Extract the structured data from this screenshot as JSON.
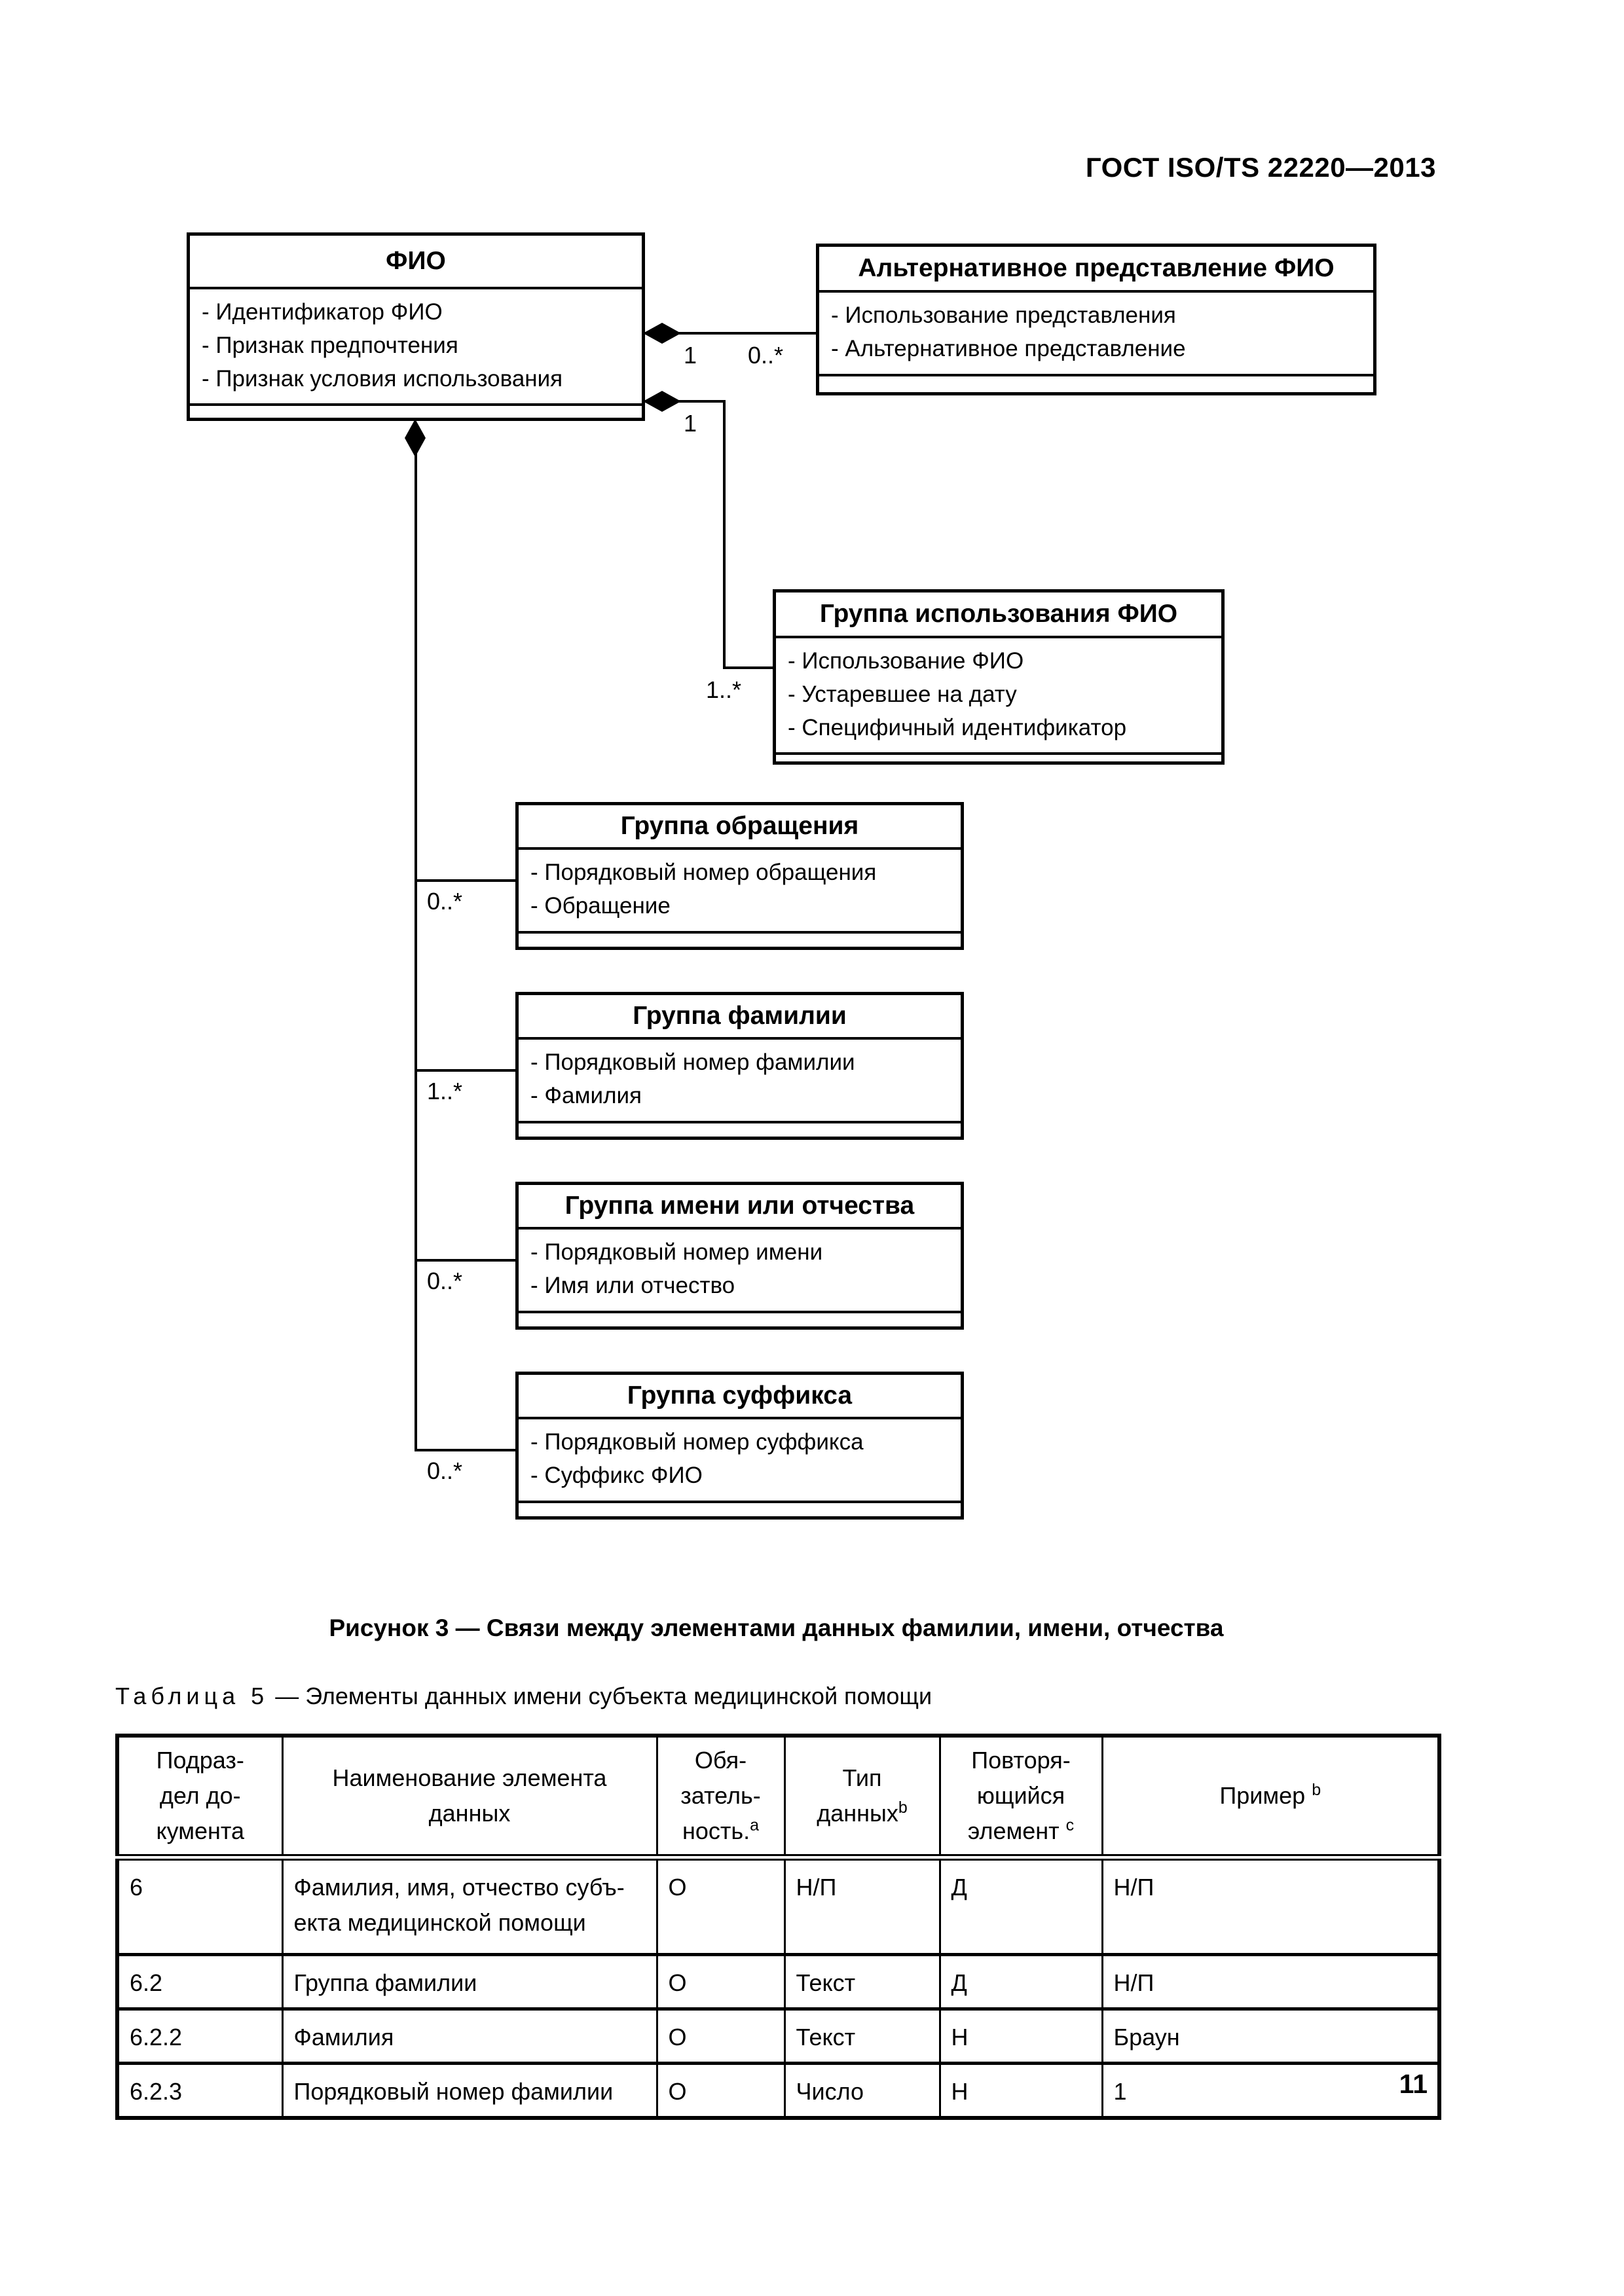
{
  "page": {
    "header": "ГОСТ ISO/TS 22220—2013",
    "figure_caption": "Рисунок 3 — Связи между элементами данных фамилии, имени, отчества",
    "table_title_label": "Таблица 5",
    "table_title_rest": " — Элементы данных имени субъекта медицинской помощи",
    "page_number": "11"
  },
  "diagram": {
    "classes": {
      "fio": {
        "title": "ФИО",
        "attributes": [
          "- Идентификатор ФИО",
          "- Признак предпочтения",
          "- Признак условия использования"
        ]
      },
      "alt": {
        "title": "Альтернативное представление ФИО",
        "attributes": [
          "- Использование представления",
          "- Альтернативное представление"
        ]
      },
      "usage": {
        "title": "Группа использования ФИО",
        "attributes": [
          "- Использование ФИО",
          "- Устаревшее на дату",
          "- Специфичный идентификатор"
        ]
      },
      "salutation": {
        "title": "Группа обращения",
        "attributes": [
          "- Порядковый номер обращения",
          "- Обращение"
        ]
      },
      "family": {
        "title": "Группа фамилии",
        "attributes": [
          "- Порядковый номер фамилии",
          "- Фамилия"
        ]
      },
      "given": {
        "title": "Группа имени или отчества",
        "attributes": [
          "- Порядковый номер имени",
          "- Имя или отчество"
        ]
      },
      "suffix": {
        "title": "Группа суффикса",
        "attributes": [
          "- Порядковый номер суффикса",
          "- Суффикс ФИО"
        ]
      }
    },
    "multiplicities": {
      "alt_near": "1",
      "alt_far": "0..*",
      "usage_near": "1",
      "usage_far": "1..*",
      "salutation": "0..*",
      "family": "1..*",
      "given": "0..*",
      "suffix": "0..*"
    }
  },
  "table": {
    "headers": [
      {
        "text": "Подраз-\nдел до-\nкумента",
        "sup": ""
      },
      {
        "text": "Наименование элемента\nданных",
        "sup": ""
      },
      {
        "text": "Обя-\nзатель-\nность.",
        "sup": "a"
      },
      {
        "text": "Тип\nданных",
        "sup": "b"
      },
      {
        "text": "Повторя-\nющийся\nэлемент ",
        "sup": "c"
      },
      {
        "text": "Пример ",
        "sup": "b"
      }
    ],
    "rows": [
      [
        "6",
        "Фамилия, имя, отчество субъ-\nекта медицинской помощи",
        "О",
        "Н/П",
        "Д",
        "Н/П"
      ],
      [
        "6.2",
        "Группа фамилии",
        "О",
        "Текст",
        "Д",
        "Н/П"
      ],
      [
        "6.2.2",
        "Фамилия",
        "О",
        "Текст",
        "Н",
        "Браун"
      ],
      [
        "6.2.3",
        "Порядковый номер фамилии",
        "О",
        "Число",
        "Н",
        "1"
      ]
    ]
  }
}
